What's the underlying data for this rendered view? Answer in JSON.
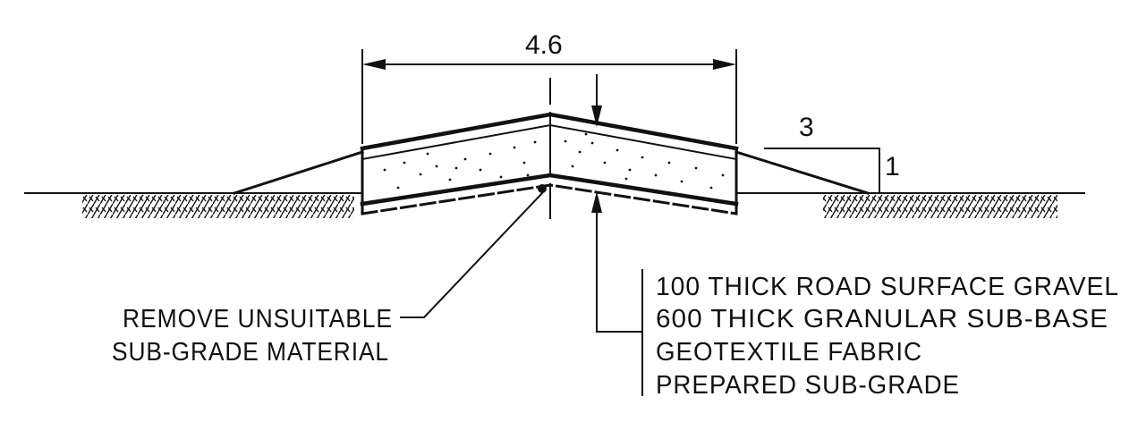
{
  "dimensions": {
    "width_label": "4.6",
    "slope_horizontal": "3",
    "slope_vertical": "1"
  },
  "callouts": {
    "remove_material": [
      "REMOVE UNSUITABLE",
      "SUB-GRADE MATERIAL"
    ],
    "layers": [
      "100 THICK ROAD SURFACE GRAVEL",
      "600 THICK GRANULAR SUB-BASE",
      "GEOTEXTILE FABRIC",
      "PREPARED SUB-GRADE"
    ]
  },
  "colors": {
    "ink": "#111111",
    "paper": "#ffffff"
  }
}
